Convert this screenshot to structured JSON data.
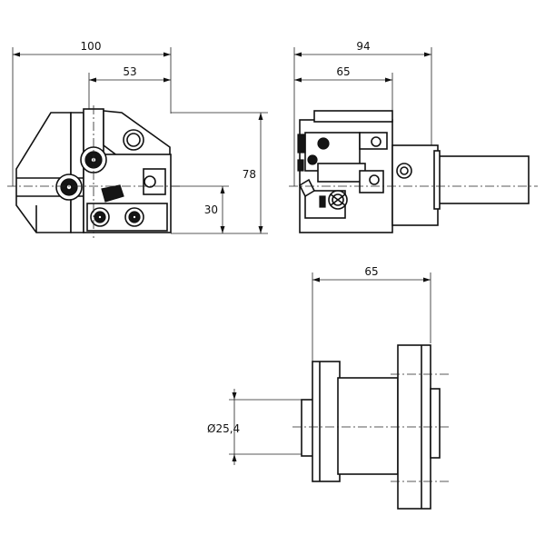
{
  "dimensions": {
    "front_width": "100",
    "front_half": "53",
    "front_height": "78",
    "front_center_height": "30",
    "side_width": "94",
    "side_body": "65",
    "bottom_body": "65",
    "bottom_diameter": "Ø25,4"
  }
}
